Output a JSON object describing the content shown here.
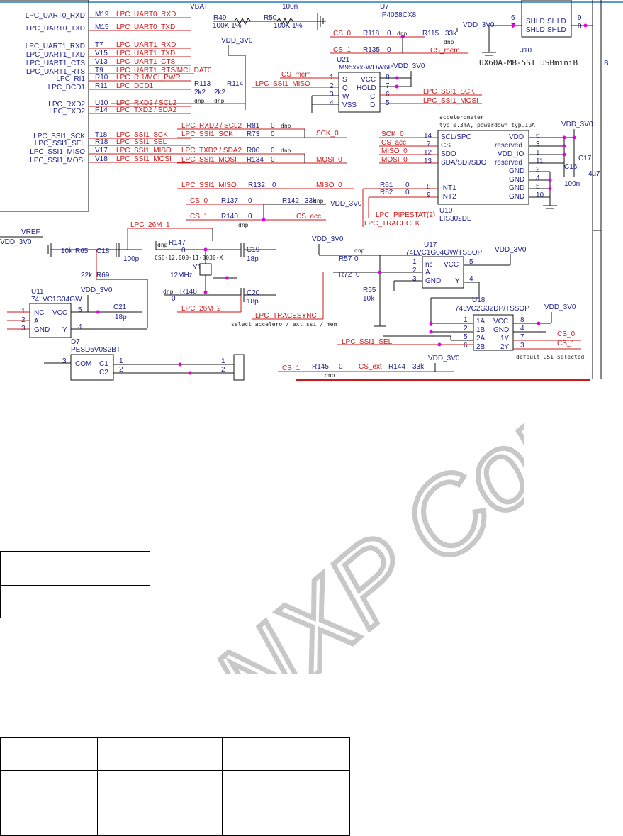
{
  "watermark": "NXP Confidential",
  "pins_left": [
    {
      "name": "LPC_UART0_RXD",
      "pin": "M19",
      "net": "LPC_UART0_RXD"
    },
    {
      "name": "LPC_UART0_TXD",
      "pin": "M15",
      "net": "LPC_UART0_TXD"
    },
    {
      "name": "LPC_UART1_RXD",
      "pin": "T7",
      "net": "LPC_UART1_RXD"
    },
    {
      "name": "LPC_UART1_TXD",
      "pin": "V15",
      "net": "LPC_UART1_TXD"
    },
    {
      "name": "LPC_UART1_CTS",
      "pin": "V13",
      "net": "LPC_UART1_CTS"
    },
    {
      "name": "LPC_UART1_RTS",
      "pin": "T9",
      "net": "LPC_UART1_RTS/MCI_DAT0"
    },
    {
      "name": "LPC_RI1",
      "pin": "R10",
      "net": "LPC_RI1/MCI_PWR"
    },
    {
      "name": "LPC_DCD1",
      "pin": "R11",
      "net": "LPC_DCD1"
    },
    {
      "name": "LPC_RXD2",
      "pin": "U10",
      "net": "LPC_RXD2 / SCL2"
    },
    {
      "name": "LPC_TXD2",
      "pin": "P14",
      "net": "LPC_TXD2 / SDA2"
    },
    {
      "name": "LPC_SSI1_SCK",
      "pin": "T18",
      "net": "LPC_SSI1_SCK"
    },
    {
      "name": "LPC_SSI1_SEL",
      "pin": "R18",
      "net": "LPC_SSI1_SEL"
    },
    {
      "name": "LPC_SSI1_MISO",
      "pin": "V17",
      "net": "LPC_SSI1_MISO"
    },
    {
      "name": "LPC_SSI1_MOSI",
      "pin": "V18",
      "net": "LPC_SSI1_MOSI"
    }
  ],
  "labels": {
    "vbat": "VBAT",
    "r49": "R49",
    "r50": "R50",
    "r49v": "100K 1%",
    "r50v": "100K 1%",
    "c100n": "100n",
    "u7": "U7",
    "u7part": "IP4058CX8",
    "vdd": "VDD_3V0",
    "cs0": "CS_0",
    "cs1": "CS_1",
    "r118": "R118",
    "r118v": "0",
    "dnp": "dnp",
    "r135": "R135",
    "r135v": "0",
    "r115": "R115",
    "r115v": "33k",
    "csmem": "CS_mem",
    "u21": "U21",
    "u21part": "M95xxx-WDW6P",
    "u21p1": "S",
    "u21p2": "Q",
    "u21p3": "W",
    "u21p4": "VSS",
    "u21p8": "VCC",
    "u21p7": "HOLD",
    "u21p6": "C",
    "u21p5": "D",
    "n1": "1",
    "n2": "2",
    "n3": "3",
    "n4": "4",
    "n5": "5",
    "n6": "6",
    "n7": "7",
    "n8": "8",
    "n9": "9",
    "n10": "10",
    "n11": "11",
    "n12": "12",
    "n13": "13",
    "n14": "14",
    "ssisck": "LPC_SSI1_SCK",
    "ssimosi": "LPC_SSI1_MOSI",
    "ssimiso": "LPC_SSI1_MISO",
    "ssisel": "LPC_SSI1_SEL",
    "j10": "J10",
    "shld": "SHLD",
    "j10part": "UX60A-MB-5ST_USBminiB",
    "r113": "R113",
    "r114": "R114",
    "r2k2": "2k2",
    "rxd2": "LPC_RXD2 / SCL2",
    "txd2": "LPC_TXD2 / SDA2",
    "r81": "R81",
    "r73": "R73",
    "r00": "R00",
    "r134": "R134",
    "r132": "R132",
    "r0": "0",
    "sck0": "SCK_0",
    "mosi0": "MOSI_0",
    "miso0": "MISO_0",
    "csacc": "CS_acc",
    "acc1": "accelerometer",
    "acc2": "typ 0.3mA, powerdown typ.1uA",
    "u10": "U10",
    "u10part": "LIS302DL",
    "u10l1": "SCL/SPC",
    "u10l2": "CS",
    "u10l3": "SDO",
    "u10l4": "SDA/SDI/SDO",
    "u10l5": "INT1",
    "u10l6": "INT2",
    "u10r1": "VDD",
    "u10r2": "reserved",
    "u10r3": "VDD_IO",
    "u10r4": "reserved",
    "u10r5": "GND",
    "c17": "C17",
    "c17v": "4u7",
    "c16": "C16",
    "c16v": "100n",
    "r61": "R61",
    "r62": "R62",
    "pipestat": "LPC_PIPESTAT(2)",
    "traceclk": "LPC_TRACECLK",
    "r137": "R137",
    "r140": "R140",
    "r142": "R142",
    "r142v": "33k",
    "vref": "VREF",
    "vdd2": "VDD_3V0",
    "r65": "R65",
    "r10k": "10k",
    "c18": "C18",
    "c18v": "100p",
    "r26m1": "LPC_26M_1",
    "r26m2": "LPC_26M_2",
    "r147": "R147",
    "r148": "R148",
    "xtal": "CSE-12.000-11-3030-X",
    "y1": "Y1",
    "y1v": "12MHz",
    "c19": "C19",
    "c20": "C20",
    "c18p": "18p",
    "r69": "R69",
    "r22k": "22k",
    "u11": "U11",
    "u11part": "74LVC1G34GW",
    "nc": "NC",
    "vcc": "VCC",
    "a": "A",
    "gnd": "GND",
    "y": "Y",
    "c21": "C21",
    "c21v": "18p",
    "d7": "D7",
    "d7part": "PESD5V0S2BT",
    "com": "COM",
    "c1": "C1",
    "c2": "C2",
    "r57": "R57",
    "r72": "R72",
    "r55": "R55",
    "r55v": "10k",
    "tracesync": "LPC_TRACESYNC",
    "sel": "select accelero / ext ssi / mem",
    "u17": "U17",
    "u17part": "74LVC1G04GW/TSSOP",
    "ncl": "nc",
    "u18": "U18",
    "u18part": "74LVC2G32DP/TSSOP",
    "a1": "1A",
    "b1": "1B",
    "a2": "2A",
    "b2": "2B",
    "y1o": "1Y",
    "y2o": "2Y",
    "def": "default CS1 selected",
    "r145": "R145",
    "r144": "R144",
    "r144v": "33k",
    "csext": "CS_ext",
    "b": "B"
  }
}
